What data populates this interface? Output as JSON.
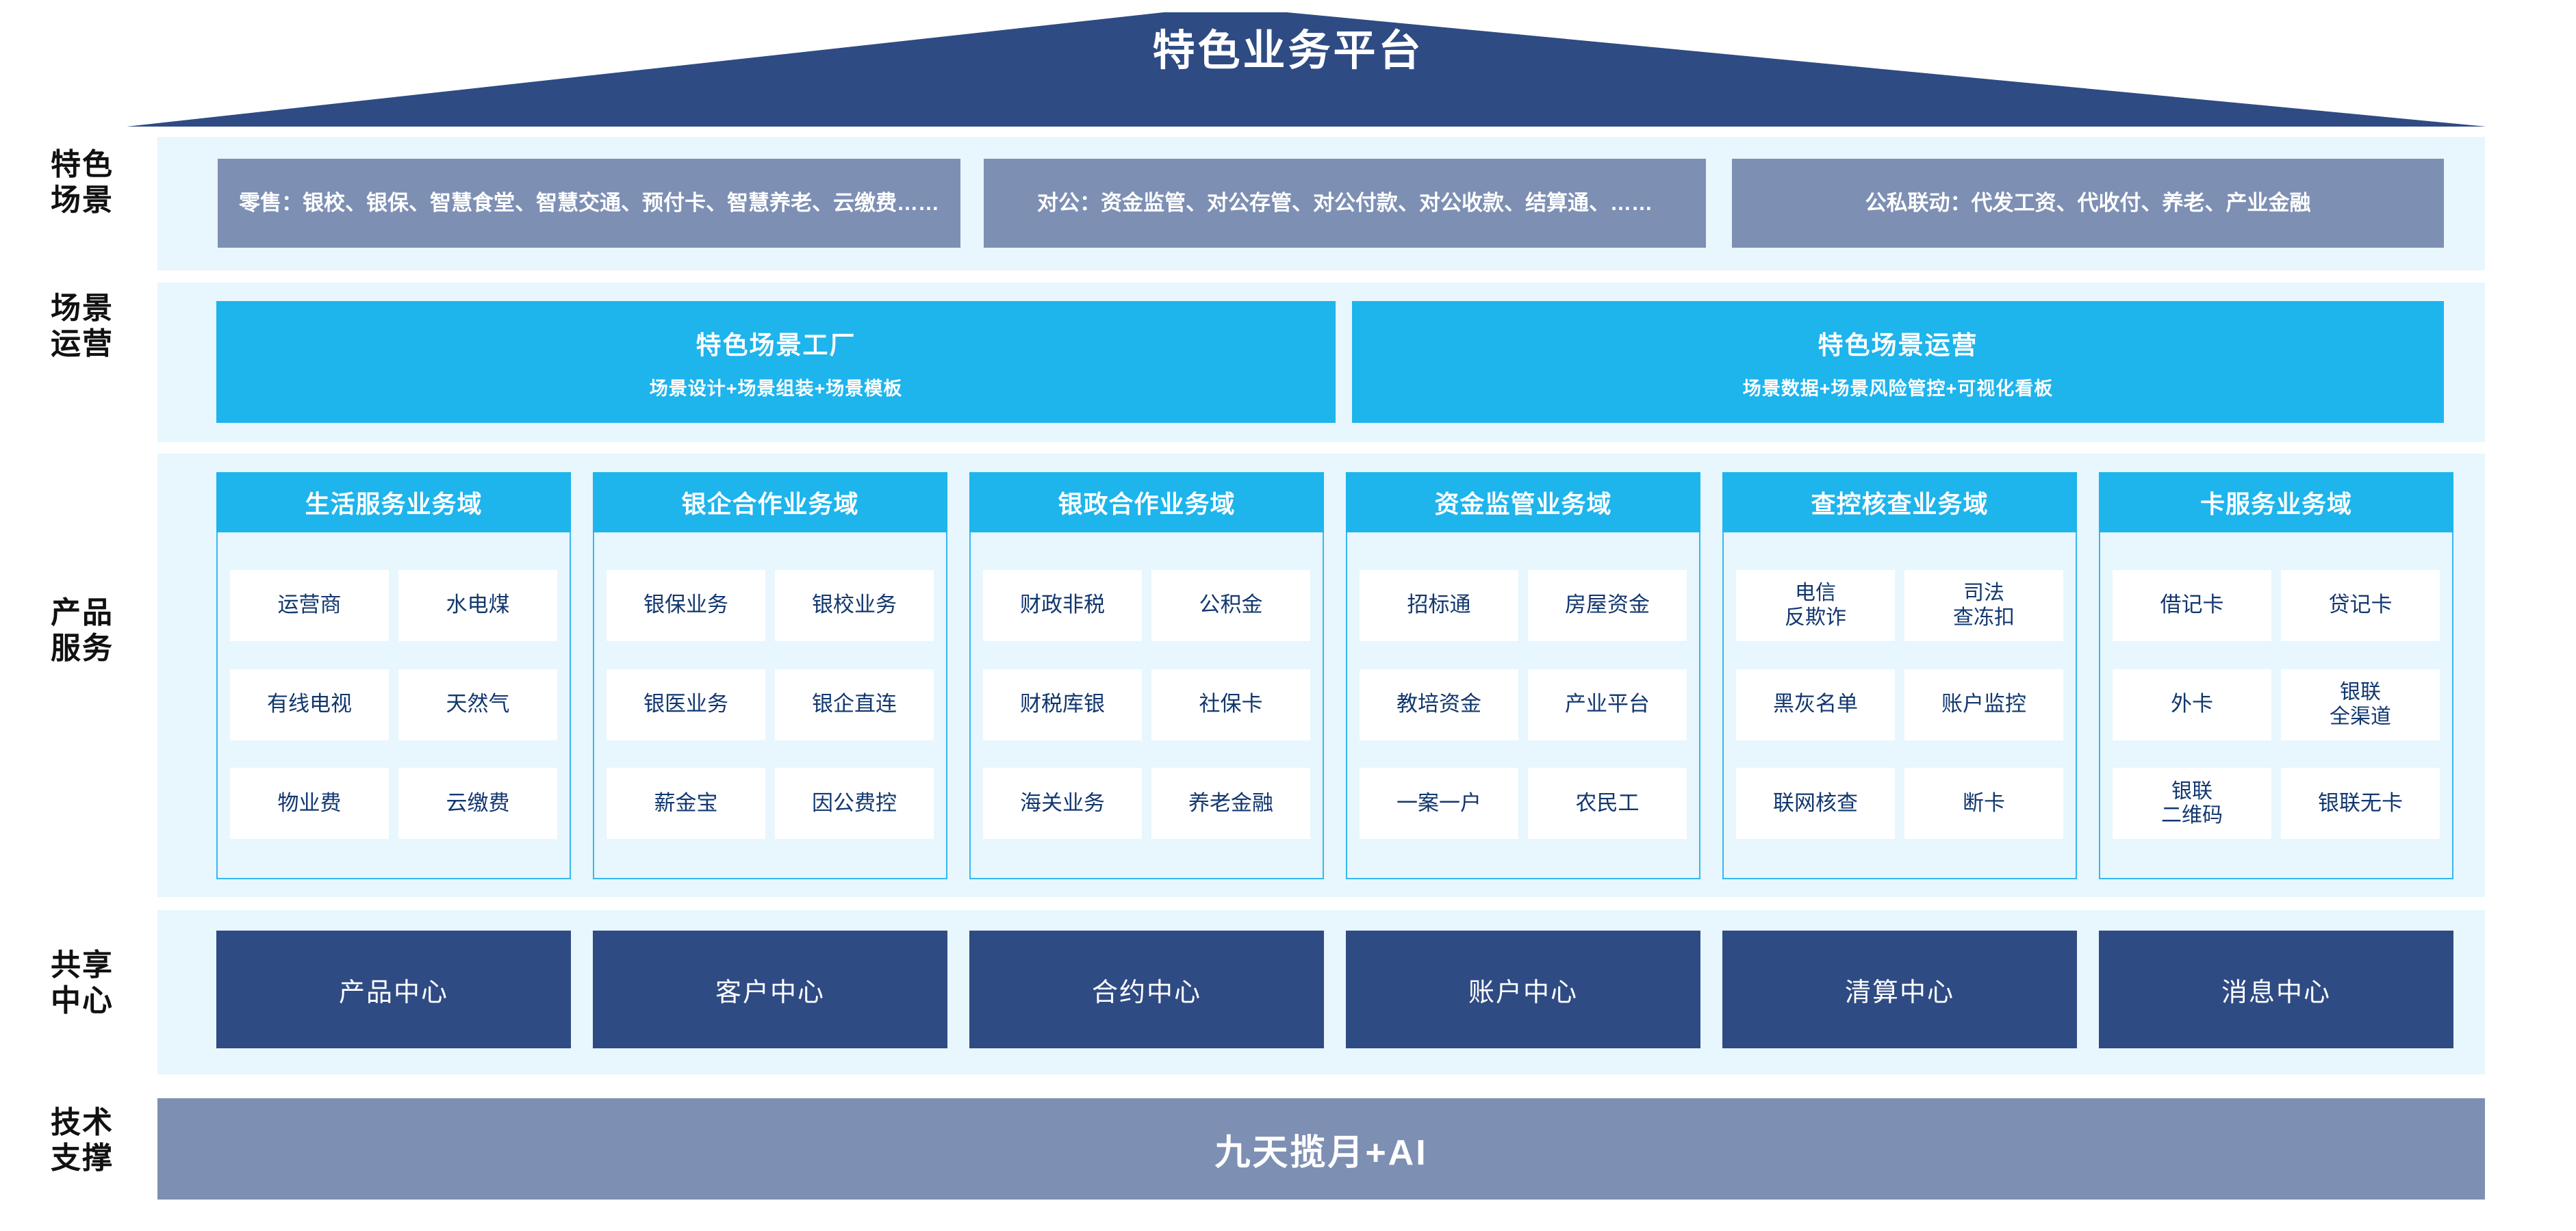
{
  "title": "特色业务平台",
  "row_labels": {
    "scene": "特色\n场景",
    "scene_line1": "特色",
    "scene_line2": "场景",
    "operation_line1": "场景",
    "operation_line2": "运营",
    "product_line1": "产品",
    "product_line2": "服务",
    "shared_line1": "共享",
    "shared_line2": "中心",
    "tech_line1": "技术",
    "tech_line2": "支撑"
  },
  "scene_boxes": [
    {
      "text": "零售：银校、银保、智慧食堂、智慧交通、预付卡、智慧养老、云缴费……"
    },
    {
      "text": "对公：资金监管、对公存管、对公付款、对公收款、结算通、……"
    },
    {
      "text": "公私联动：代发工资、代收付、养老、产业金融"
    }
  ],
  "operation_boxes": [
    {
      "title": "特色场景工厂",
      "subtitle": "场景设计+场景组装+场景模板"
    },
    {
      "title": "特色场景运营",
      "subtitle": "场景数据+场景风险管控+可视化看板"
    }
  ],
  "domains": [
    {
      "header": "生活服务业务域",
      "rows": [
        [
          "运营商",
          "水电煤"
        ],
        [
          "有线电视",
          "天然气"
        ],
        [
          "物业费",
          "云缴费"
        ]
      ]
    },
    {
      "header": "银企合作业务域",
      "rows": [
        [
          "银保业务",
          "银校业务"
        ],
        [
          "银医业务",
          "银企直连"
        ],
        [
          "薪金宝",
          "因公费控"
        ]
      ]
    },
    {
      "header": "银政合作业务域",
      "rows": [
        [
          "财政非税",
          "公积金"
        ],
        [
          "财税库银",
          "社保卡"
        ],
        [
          "海关业务",
          "养老金融"
        ]
      ]
    },
    {
      "header": "资金监管业务域",
      "rows": [
        [
          "招标通",
          "房屋资金"
        ],
        [
          "教培资金",
          "产业平台"
        ],
        [
          "一案一户",
          "农民工"
        ]
      ]
    },
    {
      "header": "查控核查业务域",
      "rows": [
        [
          "电信\n反欺诈",
          "司法\n查冻扣"
        ],
        [
          "黑灰名单",
          "账户监控"
        ],
        [
          "联网核查",
          "断卡"
        ]
      ]
    },
    {
      "header": "卡服务业务域",
      "rows": [
        [
          "借记卡",
          "贷记卡"
        ],
        [
          "外卡",
          "银联\n全渠道"
        ],
        [
          "银联\n二维码",
          "银联无卡"
        ]
      ]
    }
  ],
  "shared_centers": [
    "产品中心",
    "客户中心",
    "合约中心",
    "账户中心",
    "清算中心",
    "消息中心"
  ],
  "tech_support": "九天揽月+AI",
  "colors": {
    "roof": "#2f4b84",
    "band": "#e8f6fd",
    "scene_box": "#7d8fb3",
    "cyan": "#1eb4ec",
    "card_border": "#35b9ef",
    "cell_text": "#12376f",
    "dark_blue": "#2f4b84"
  }
}
